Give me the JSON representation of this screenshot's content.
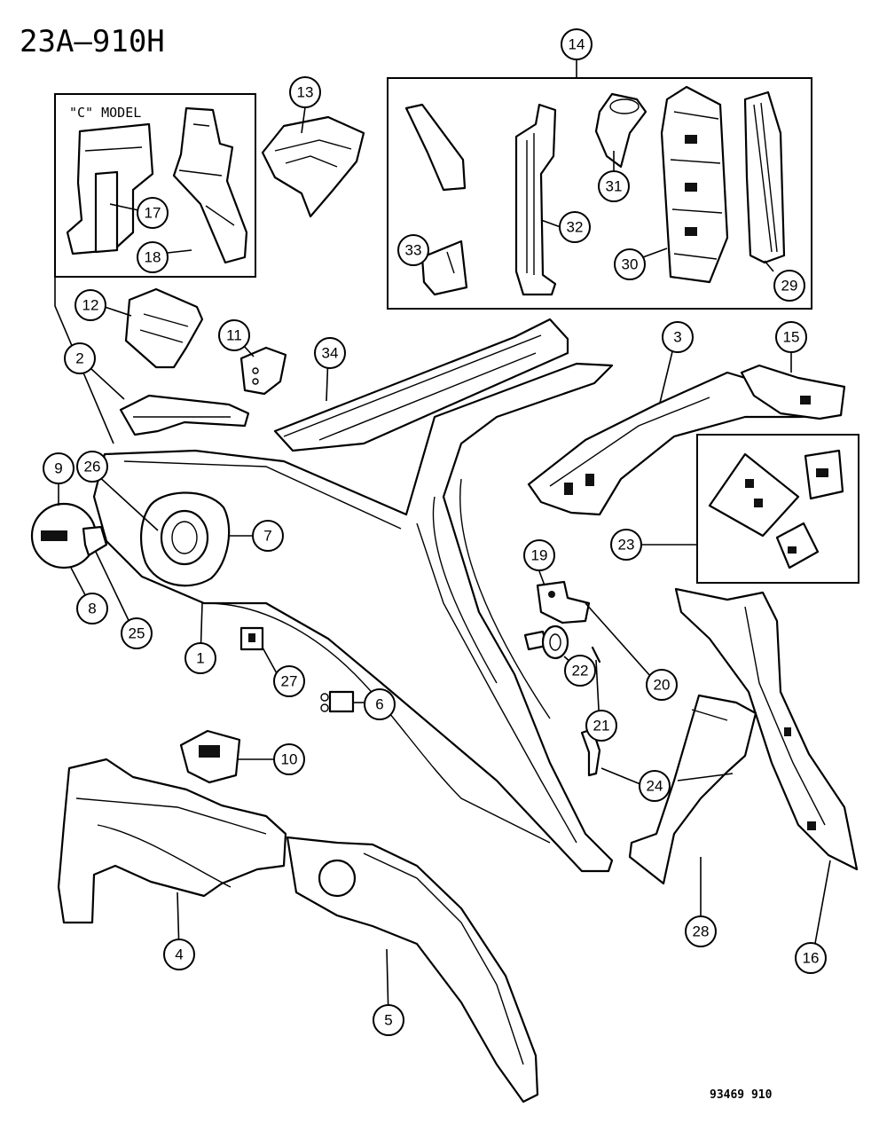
{
  "title": "23A–910H",
  "inset_label": "\"C\" MODEL",
  "figure_code": "93469  910",
  "callouts": [
    {
      "label": "1"
    },
    {
      "label": "2"
    },
    {
      "label": "3"
    },
    {
      "label": "4"
    },
    {
      "label": "5"
    },
    {
      "label": "6"
    },
    {
      "label": "7"
    },
    {
      "label": "8"
    },
    {
      "label": "9"
    },
    {
      "label": "10"
    },
    {
      "label": "11"
    },
    {
      "label": "12"
    },
    {
      "label": "13"
    },
    {
      "label": "14"
    },
    {
      "label": "15"
    },
    {
      "label": "16"
    },
    {
      "label": "17"
    },
    {
      "label": "18"
    },
    {
      "label": "19"
    },
    {
      "label": "20"
    },
    {
      "label": "21"
    },
    {
      "label": "22"
    },
    {
      "label": "23"
    },
    {
      "label": "24"
    },
    {
      "label": "25"
    },
    {
      "label": "26"
    },
    {
      "label": "27"
    },
    {
      "label": "28"
    },
    {
      "label": "29"
    },
    {
      "label": "30"
    },
    {
      "label": "31"
    },
    {
      "label": "32"
    },
    {
      "label": "33"
    },
    {
      "label": "34"
    }
  ]
}
